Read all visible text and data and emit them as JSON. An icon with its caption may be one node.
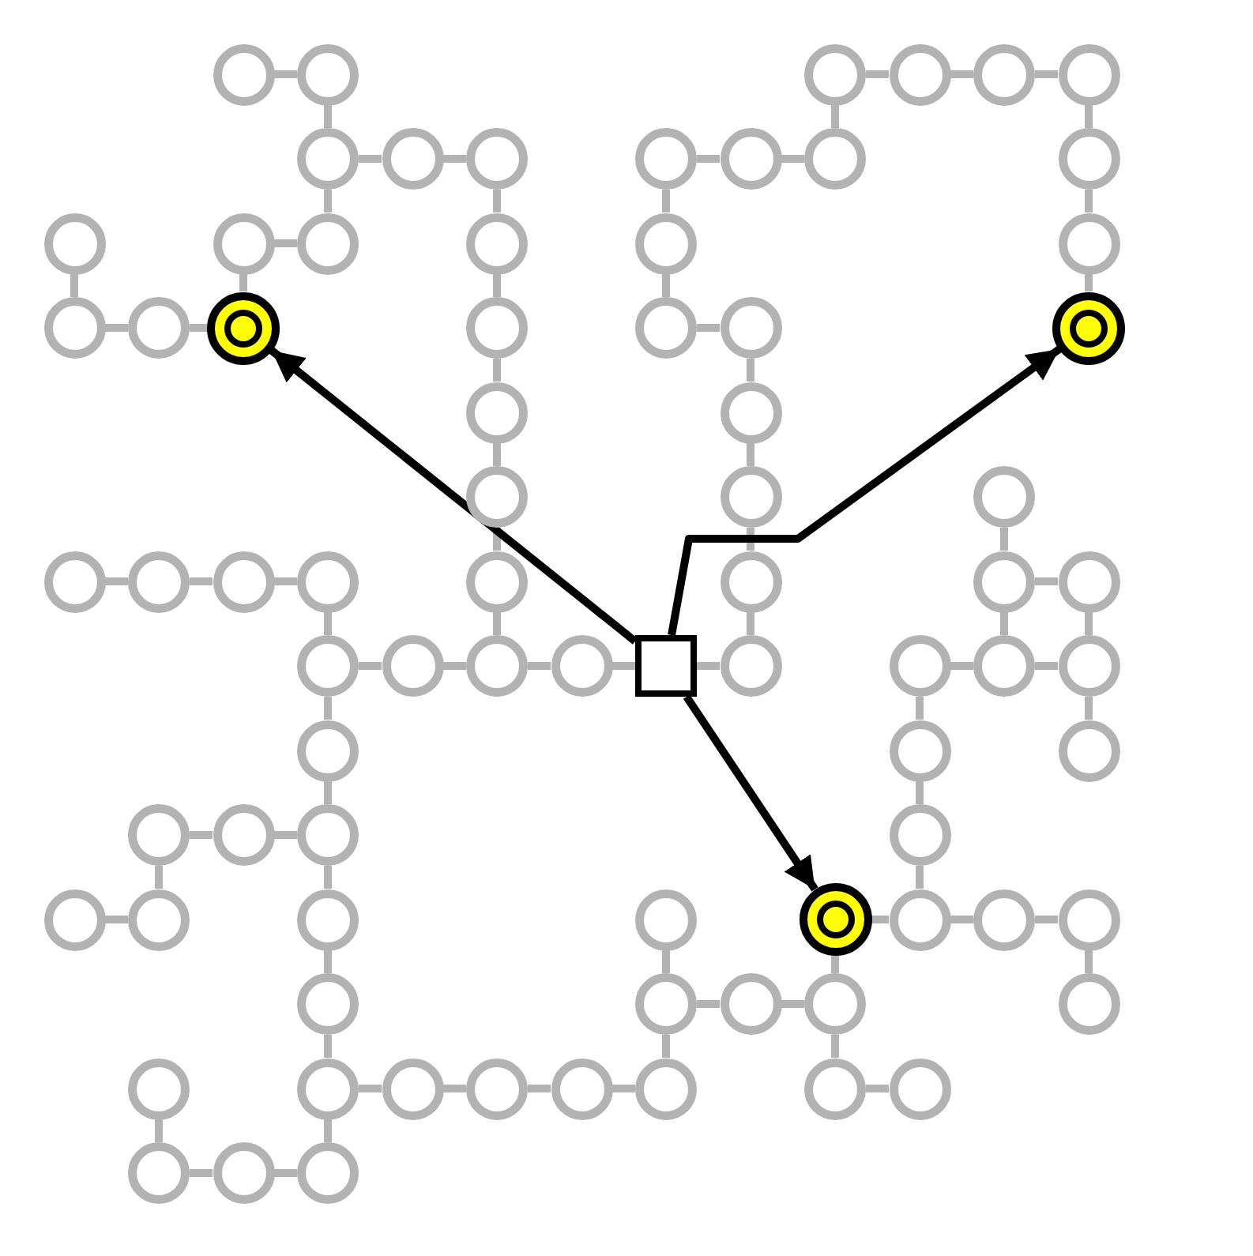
{
  "diagram": {
    "nodes": [
      {
        "text": [],
        "shape": "circle"
      },
      {
        "text": [],
        "shape": "circle"
      },
      {
        "text": [],
        "shape": "circle"
      },
      {
        "text": [],
        "shape": "circle"
      },
      {
        "text": [],
        "shape": "circle"
      },
      {
        "text": [],
        "shape": "circle"
      },
      {
        "text": [],
        "shape": "circle"
      },
      {
        "text": [],
        "shape": "circle"
      },
      {
        "text": [],
        "shape": "circle"
      },
      {
        "text": [],
        "shape": "circle"
      },
      {
        "text": [],
        "shape": "circle"
      },
      {
        "text": [],
        "shape": "circle"
      },
      {
        "text": [],
        "shape": "circle"
      },
      {
        "text": [],
        "shape": "circle"
      },
      {
        "text": [],
        "shape": "circle"
      },
      {
        "text": [],
        "shape": "circle"
      },
      {
        "text": [],
        "shape": "circle"
      },
      {
        "text": [],
        "shape": "circle"
      },
      {
        "text": [],
        "shape": "circle"
      },
      {
        "text": [],
        "shape": "circle"
      },
      {
        "text": [],
        "shape": "circle"
      },
      {
        "text": [],
        "shape": "circle"
      },
      {
        "text": [],
        "shape": "circle"
      },
      {
        "text": [],
        "shape": "circle"
      },
      {
        "text": [],
        "shape": "circle"
      },
      {
        "text": [],
        "shape": "circle"
      },
      {
        "text": [],
        "shape": "circle"
      },
      {
        "text": [],
        "shape": "circle"
      },
      {
        "text": [],
        "shape": "circle"
      },
      {
        "text": [],
        "shape": "circle"
      },
      {
        "text": [],
        "shape": "circle"
      },
      {
        "text": [],
        "shape": "circle"
      },
      {
        "text": [],
        "shape": "circle"
      },
      {
        "text": [],
        "shape": "circle"
      },
      {
        "text": [],
        "shape": "circle"
      },
      {
        "text": [],
        "shape": "circle"
      },
      {
        "text": [],
        "shape": "circle"
      },
      {
        "text": [],
        "shape": "circle"
      },
      {
        "text": [],
        "shape": "circle"
      },
      {
        "text": [],
        "shape": "circle"
      },
      {
        "text": [],
        "shape": "circle"
      },
      {
        "text": [],
        "shape": "circle"
      },
      {
        "text": [],
        "shape": "circle"
      },
      {
        "text": [],
        "shape": "box"
      },
      {
        "text": [],
        "shape": "circle"
      },
      {
        "text": [],
        "shape": "circle"
      },
      {
        "text": [],
        "shape": "circle"
      },
      {
        "text": [],
        "shape": "circle"
      },
      {
        "text": [],
        "shape": "circle"
      },
      {
        "text": [],
        "shape": "circle"
      },
      {
        "text": [],
        "shape": "circle"
      },
      {
        "text": [],
        "shape": "circle"
      },
      {
        "text": [],
        "shape": "circle"
      },
      {
        "text": [],
        "shape": "circle"
      },
      {
        "text": [],
        "shape": "circle"
      },
      {
        "text": [],
        "shape": "circle"
      },
      {
        "text": [],
        "shape": "circle"
      },
      {
        "text": [],
        "shape": "circle"
      },
      {
        "text": [],
        "shape": "circle"
      },
      {
        "text": [],
        "shape": "circle"
      },
      {
        "text": [],
        "shape": "circle"
      },
      {
        "text": [],
        "shape": "circle"
      },
      {
        "text": [],
        "shape": "circle"
      },
      {
        "text": [],
        "shape": "circle"
      },
      {
        "text": [],
        "shape": "circle"
      },
      {
        "text": [],
        "shape": "circle"
      },
      {
        "text": [],
        "shape": "circle"
      },
      {
        "text": [],
        "shape": "circle"
      },
      {
        "text": [],
        "shape": "circle"
      },
      {
        "text": [],
        "shape": "circle"
      },
      {
        "text": [],
        "shape": "circle"
      },
      {
        "text": [],
        "shape": "circle"
      },
      {
        "text": [],
        "shape": "circle"
      },
      {
        "text": [],
        "shape": "circle"
      },
      {
        "text": [],
        "shape": "circle"
      },
      {
        "text": [],
        "shape": "circle"
      },
      {
        "text": [],
        "shape": "circle"
      },
      {
        "text": [],
        "shape": "circle"
      },
      {
        "text": [],
        "shape": "circle"
      }
    ],
    "edges": [
      {
        "from": 0,
        "to": 1,
        "arrow": "none"
      },
      {
        "from": 2,
        "to": 3,
        "arrow": "none"
      },
      {
        "from": 3,
        "to": 4,
        "arrow": "none"
      },
      {
        "from": 4,
        "to": 5,
        "arrow": "none"
      },
      {
        "from": 6,
        "to": 7,
        "arrow": "none"
      },
      {
        "from": 7,
        "to": 8,
        "arrow": "none"
      },
      {
        "from": 9,
        "to": 10,
        "arrow": "none"
      },
      {
        "from": 10,
        "to": 11,
        "arrow": "none"
      },
      {
        "from": 14,
        "to": 15,
        "arrow": "none"
      },
      {
        "from": 19,
        "to": 20,
        "arrow": "none"
      },
      {
        "from": 20,
        "to": 21,
        "arrow": "none"
      },
      {
        "from": 23,
        "to": 24,
        "arrow": "none"
      },
      {
        "from": 31,
        "to": 32,
        "arrow": "none"
      },
      {
        "from": 32,
        "to": 33,
        "arrow": "none"
      },
      {
        "from": 33,
        "to": 34,
        "arrow": "none"
      },
      {
        "from": 37,
        "to": 38,
        "arrow": "none"
      },
      {
        "from": 39,
        "to": 40,
        "arrow": "none"
      },
      {
        "from": 40,
        "to": 41,
        "arrow": "none"
      },
      {
        "from": 41,
        "to": 42,
        "arrow": "none"
      },
      {
        "from": 42,
        "to": 43,
        "arrow": "none"
      },
      {
        "from": 43,
        "to": 44,
        "arrow": "none"
      },
      {
        "from": 45,
        "to": 46,
        "arrow": "none"
      },
      {
        "from": 46,
        "to": 47,
        "arrow": "none"
      },
      {
        "from": 51,
        "to": 52,
        "arrow": "none"
      },
      {
        "from": 52,
        "to": 53,
        "arrow": "none"
      },
      {
        "from": 55,
        "to": 56,
        "arrow": "none"
      },
      {
        "from": 59,
        "to": 60,
        "arrow": "none"
      },
      {
        "from": 60,
        "to": 61,
        "arrow": "none"
      },
      {
        "from": 61,
        "to": 62,
        "arrow": "none"
      },
      {
        "from": 64,
        "to": 65,
        "arrow": "none"
      },
      {
        "from": 65,
        "to": 66,
        "arrow": "none"
      },
      {
        "from": 69,
        "to": 70,
        "arrow": "none"
      },
      {
        "from": 70,
        "to": 71,
        "arrow": "none"
      },
      {
        "from": 71,
        "to": 72,
        "arrow": "none"
      },
      {
        "from": 72,
        "to": 73,
        "arrow": "none"
      },
      {
        "from": 74,
        "to": 75,
        "arrow": "none"
      },
      {
        "from": 76,
        "to": 77,
        "arrow": "none"
      },
      {
        "from": 77,
        "to": 78,
        "arrow": "none"
      },
      {
        "from": 1,
        "to": 6,
        "arrow": "none"
      },
      {
        "from": 2,
        "to": 11,
        "arrow": "none"
      },
      {
        "from": 5,
        "to": 12,
        "arrow": "none"
      },
      {
        "from": 6,
        "to": 15,
        "arrow": "none"
      },
      {
        "from": 8,
        "to": 16,
        "arrow": "none"
      },
      {
        "from": 9,
        "to": 17,
        "arrow": "none"
      },
      {
        "from": 12,
        "to": 18,
        "arrow": "none"
      },
      {
        "from": 13,
        "to": 19,
        "arrow": "none"
      },
      {
        "from": 14,
        "to": 21,
        "arrow": "none"
      },
      {
        "from": 16,
        "to": 22,
        "arrow": "none"
      },
      {
        "from": 17,
        "to": 23,
        "arrow": "none"
      },
      {
        "from": 18,
        "to": 25,
        "arrow": "none"
      },
      {
        "from": 22,
        "to": 26,
        "arrow": "none"
      },
      {
        "from": 24,
        "to": 27,
        "arrow": "none"
      },
      {
        "from": 26,
        "to": 28,
        "arrow": "none"
      },
      {
        "from": 27,
        "to": 29,
        "arrow": "none"
      },
      {
        "from": 28,
        "to": 35,
        "arrow": "none"
      },
      {
        "from": 29,
        "to": 36,
        "arrow": "none"
      },
      {
        "from": 30,
        "to": 37,
        "arrow": "none"
      },
      {
        "from": 34,
        "to": 39,
        "arrow": "none"
      },
      {
        "from": 35,
        "to": 41,
        "arrow": "none"
      },
      {
        "from": 36,
        "to": 44,
        "arrow": "none"
      },
      {
        "from": 37,
        "to": 46,
        "arrow": "none"
      },
      {
        "from": 38,
        "to": 47,
        "arrow": "none"
      },
      {
        "from": 39,
        "to": 48,
        "arrow": "none"
      },
      {
        "from": 45,
        "to": 49,
        "arrow": "none"
      },
      {
        "from": 47,
        "to": 50,
        "arrow": "none"
      },
      {
        "from": 48,
        "to": 53,
        "arrow": "none"
      },
      {
        "from": 49,
        "to": 54,
        "arrow": "none"
      },
      {
        "from": 51,
        "to": 56,
        "arrow": "none"
      },
      {
        "from": 53,
        "to": 57,
        "arrow": "none"
      },
      {
        "from": 54,
        "to": 60,
        "arrow": "none"
      },
      {
        "from": 57,
        "to": 63,
        "arrow": "none"
      },
      {
        "from": 58,
        "to": 64,
        "arrow": "none"
      },
      {
        "from": 59,
        "to": 66,
        "arrow": "none"
      },
      {
        "from": 62,
        "to": 67,
        "arrow": "none"
      },
      {
        "from": 63,
        "to": 69,
        "arrow": "none"
      },
      {
        "from": 64,
        "to": 73,
        "arrow": "none"
      },
      {
        "from": 66,
        "to": 74,
        "arrow": "none"
      },
      {
        "from": 68,
        "to": 76,
        "arrow": "none"
      },
      {
        "from": 69,
        "to": 78,
        "arrow": "none"
      },
      {
        "from": 43,
        "to": 21,
        "arrow": "to",
        "color": "#000000"
      },
      {
        "from": 43,
        "to": 25,
        "arrow": "to",
        "color": "#000000"
      },
      {
        "from": 43,
        "to": 59,
        "arrow": "to",
        "color": "#000000"
      }
    ]
  }
}
